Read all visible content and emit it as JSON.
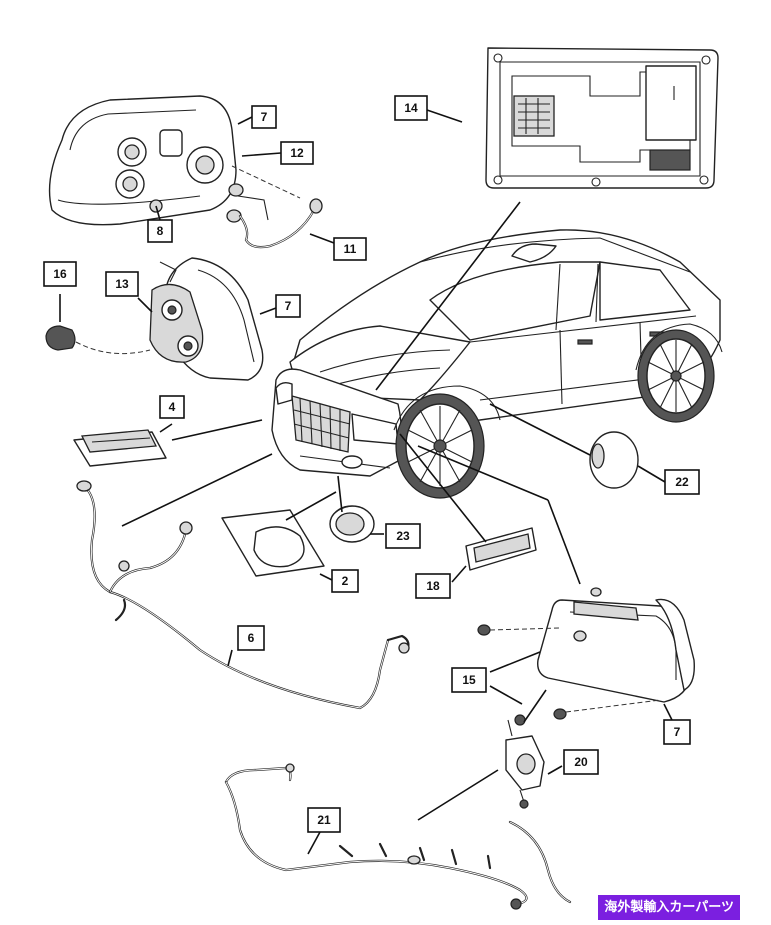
{
  "diagram": {
    "callouts": [
      "7",
      "12",
      "8",
      "11",
      "14",
      "16",
      "13",
      "7",
      "4",
      "22",
      "23",
      "2",
      "18",
      "6",
      "15",
      "7",
      "20",
      "21"
    ]
  },
  "watermark": {
    "text": "海外製輸入カーパーツ",
    "background": "#7b1fe0"
  }
}
